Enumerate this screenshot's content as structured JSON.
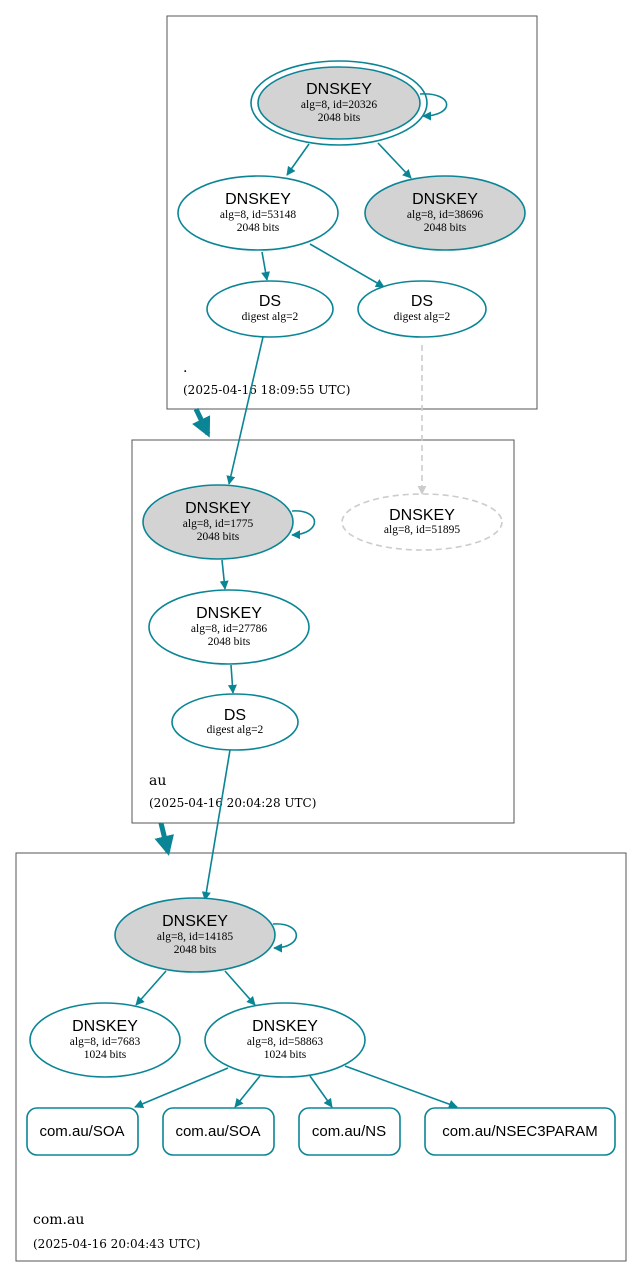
{
  "colors": {
    "edge": "#0a8595",
    "dashed": "#cccccc",
    "sep_fill": "#d3d3d3",
    "zone_border": "#555555"
  },
  "zones": {
    "root": {
      "label": ".",
      "timestamp": "(2025-04-16 18:09:55 UTC)"
    },
    "au": {
      "label": "au",
      "timestamp": "(2025-04-16 20:04:28 UTC)"
    },
    "comau": {
      "label": "com.au",
      "timestamp": "(2025-04-16 20:04:43 UTC)"
    }
  },
  "nodes": {
    "root_ksk": {
      "title": "DNSKEY",
      "line1": "alg=8, id=20326",
      "line2": "2048 bits"
    },
    "root_zsk": {
      "title": "DNSKEY",
      "line1": "alg=8, id=53148",
      "line2": "2048 bits"
    },
    "root_sep2": {
      "title": "DNSKEY",
      "line1": "alg=8, id=38696",
      "line2": "2048 bits"
    },
    "root_ds1": {
      "title": "DS",
      "line1": "digest alg=2"
    },
    "root_ds2": {
      "title": "DS",
      "line1": "digest alg=2"
    },
    "au_ksk": {
      "title": "DNSKEY",
      "line1": "alg=8, id=1775",
      "line2": "2048 bits"
    },
    "au_missing": {
      "title": "DNSKEY",
      "line1": "alg=8, id=51895"
    },
    "au_zsk": {
      "title": "DNSKEY",
      "line1": "alg=8, id=27786",
      "line2": "2048 bits"
    },
    "au_ds": {
      "title": "DS",
      "line1": "digest alg=2"
    },
    "comau_ksk": {
      "title": "DNSKEY",
      "line1": "alg=8, id=14185",
      "line2": "2048 bits"
    },
    "comau_zsk1": {
      "title": "DNSKEY",
      "line1": "alg=8, id=7683",
      "line2": "1024 bits"
    },
    "comau_zsk2": {
      "title": "DNSKEY",
      "line1": "alg=8, id=58863",
      "line2": "1024 bits"
    }
  },
  "rrsets": [
    {
      "label": "com.au/SOA"
    },
    {
      "label": "com.au/SOA"
    },
    {
      "label": "com.au/NS"
    },
    {
      "label": "com.au/NSEC3PARAM"
    }
  ]
}
